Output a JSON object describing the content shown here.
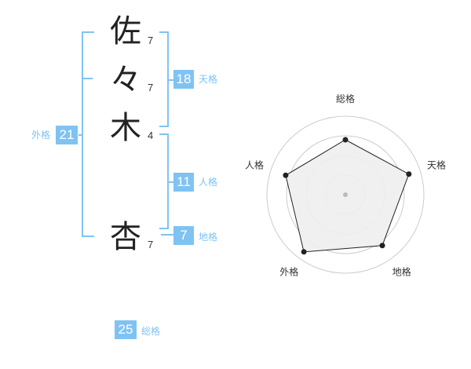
{
  "name": {
    "chars": [
      {
        "char": "佐",
        "strokes": "7"
      },
      {
        "char": "々",
        "strokes": "7"
      },
      {
        "char": "木",
        "strokes": "4"
      },
      {
        "char": "杏",
        "strokes": "7"
      }
    ]
  },
  "kaku": {
    "tenkaku": {
      "value": "18",
      "label": "天格"
    },
    "jinkaku": {
      "value": "11",
      "label": "人格"
    },
    "chikaku": {
      "value": "7",
      "label": "地格"
    },
    "gaikaku": {
      "value": "21",
      "label": "外格"
    },
    "soukaku": {
      "value": "25",
      "label": "総格"
    }
  },
  "colors": {
    "accent": "#7fc3f3",
    "text": "#222222",
    "radar_fill": "#eeeeee",
    "radar_stroke": "#222222"
  },
  "chart_data": {
    "type": "radar",
    "axes": [
      "総格",
      "天格",
      "地格",
      "外格",
      "人格"
    ],
    "values": [
      0.7,
      0.85,
      0.8,
      0.9,
      0.8
    ],
    "range": [
      0,
      1
    ],
    "rings": 4
  }
}
